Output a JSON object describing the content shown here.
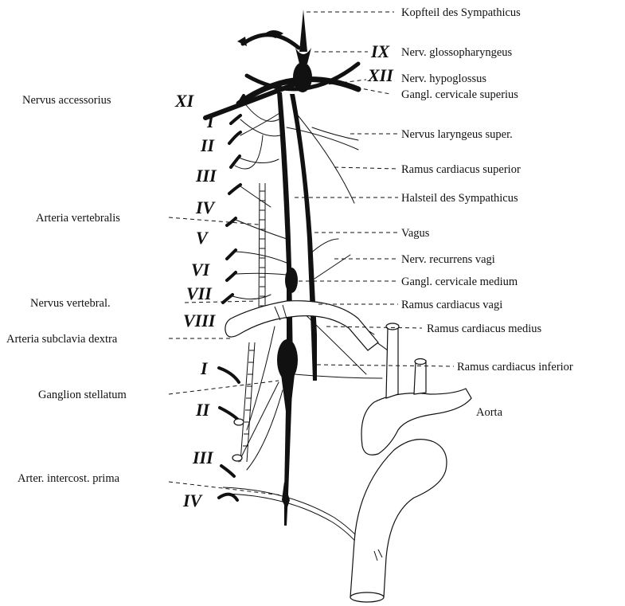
{
  "labels": {
    "kopfteil": "Kopfteil des Sympathicus",
    "glosso_num": "IX",
    "glosso": "Nerv. glossopharyngeus",
    "hypo_num": "XII",
    "hypo": "Nerv. hypoglossus",
    "gangl_sup": "Gangl. cervicale superius",
    "accessorius": "Nervus accessorius",
    "accessorius_num": "XI",
    "laryngeus": "Nervus laryngeus super.",
    "ramus_card_sup": "Ramus cardiacus superior",
    "halsteil": "Halsteil des Sympathicus",
    "vagus": "Vagus",
    "recurrens": "Nerv. recurrens vagi",
    "gangl_med": "Gangl. cervicale medium",
    "ramus_card_vagi": "Ramus cardiacus vagi",
    "ramus_card_med": "Ramus cardiacus medius",
    "ramus_card_inf": "Ramus cardiacus inferior",
    "aorta": "Aorta",
    "art_vert": "Arteria vertebralis",
    "nerv_vert": "Nervus vertebral.",
    "art_subcl": "Arteria subclavia dextra",
    "gangl_stell": "Ganglion stellatum",
    "art_intercost": "Arter. intercost. prima"
  },
  "cervical_numerals": [
    "I",
    "II",
    "III",
    "IV",
    "V",
    "VI",
    "VII",
    "VIII"
  ],
  "thoracic_numerals": [
    "I",
    "II",
    "III",
    "IV"
  ]
}
